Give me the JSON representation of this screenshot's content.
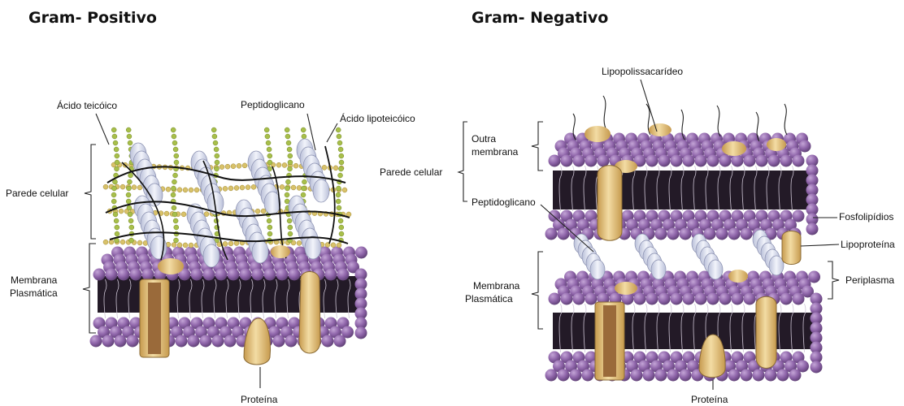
{
  "titles": {
    "gram_positive": "Gram- Positivo",
    "gram_negative": "Gram- Negativo"
  },
  "labels_positive": {
    "teichoic_acid": "Ácido teicóico",
    "peptidoglycan": "Peptidoglicano",
    "lipoteichoic_acid": "Ácido lipoteicóico",
    "cell_wall": "Parede celular",
    "membrane_line1": "Membrana",
    "membrane_line2": "Plasmática",
    "protein": "Proteína"
  },
  "labels_negative": {
    "lps": "Lipopolissacarídeo",
    "outer_line1": "Outra",
    "outer_line2": "membrana",
    "cell_wall": "Parede celular",
    "peptidoglycan": "Peptidoglicano",
    "phospholipids": "Fosfolipídios",
    "lipoprotein": "Lipoproteína",
    "periplasm": "Periplasma",
    "membrane_line1": "Membrana",
    "membrane_line2": "Plasmática",
    "protein": "Proteína"
  },
  "colors": {
    "lipid_head": "#8d63a8",
    "lipid_head_light": "#c3a4d6",
    "lipid_tail": "#231a27",
    "protein": "#e6c47c",
    "protein_dark": "#b8904a",
    "channel": "#9a6a3a",
    "peptidoglycan": "#dde1ef",
    "teichoic_bead": "#a8bf4a",
    "glycan_bead": "#d9c26a"
  }
}
